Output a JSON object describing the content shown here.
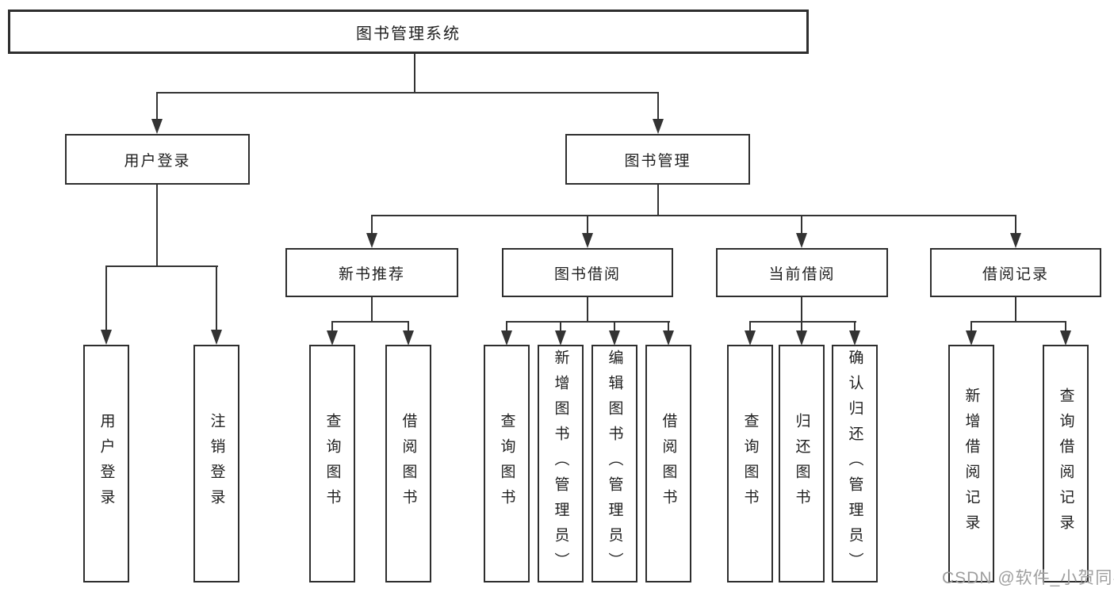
{
  "diagram_type": "hierarchy-tree",
  "tree": {
    "root": {
      "label": "图书管理系统"
    },
    "children": [
      {
        "label": "用户登录",
        "children": [
          {
            "label": "用户登录"
          },
          {
            "label": "注销登录"
          }
        ]
      },
      {
        "label": "图书管理",
        "children": [
          {
            "label": "新书推荐",
            "children": [
              {
                "label": "查询图书"
              },
              {
                "label": "借阅图书"
              }
            ]
          },
          {
            "label": "图书借阅",
            "children": [
              {
                "label": "查询图书"
              },
              {
                "label": "新增图书（管理员）"
              },
              {
                "label": "编辑图书（管理员）"
              },
              {
                "label": "借阅图书"
              }
            ]
          },
          {
            "label": "当前借阅",
            "children": [
              {
                "label": "查询图书"
              },
              {
                "label": "归还图书"
              },
              {
                "label": "确认归还（管理员）"
              }
            ]
          },
          {
            "label": "借阅记录",
            "children": [
              {
                "label": "新增借阅记录"
              },
              {
                "label": "查询借阅记录"
              }
            ]
          }
        ]
      }
    ]
  },
  "watermark": {
    "text": "CSDN @软件_小贺同学"
  },
  "colors": {
    "line": "#333333",
    "box_border": "#2e2e2e",
    "text": "#1f1f1f",
    "watermark": "#9e9e9e",
    "background": "#ffffff"
  }
}
